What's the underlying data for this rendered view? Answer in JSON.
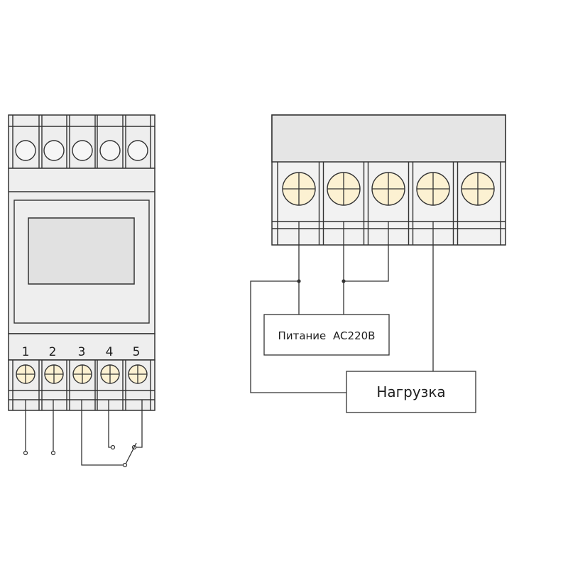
{
  "diagram": {
    "terminal_labels": [
      "1",
      "2",
      "3",
      "4",
      "5"
    ],
    "power_label": "Питание AC220B",
    "load_label": "Нагрузка"
  },
  "colors": {
    "line": "#333333",
    "body": "#eeeeee",
    "display": "#e1e1e1",
    "screw": "#fcf1d2",
    "strip": "#e5e5e5",
    "block": "#f2f2f2"
  }
}
